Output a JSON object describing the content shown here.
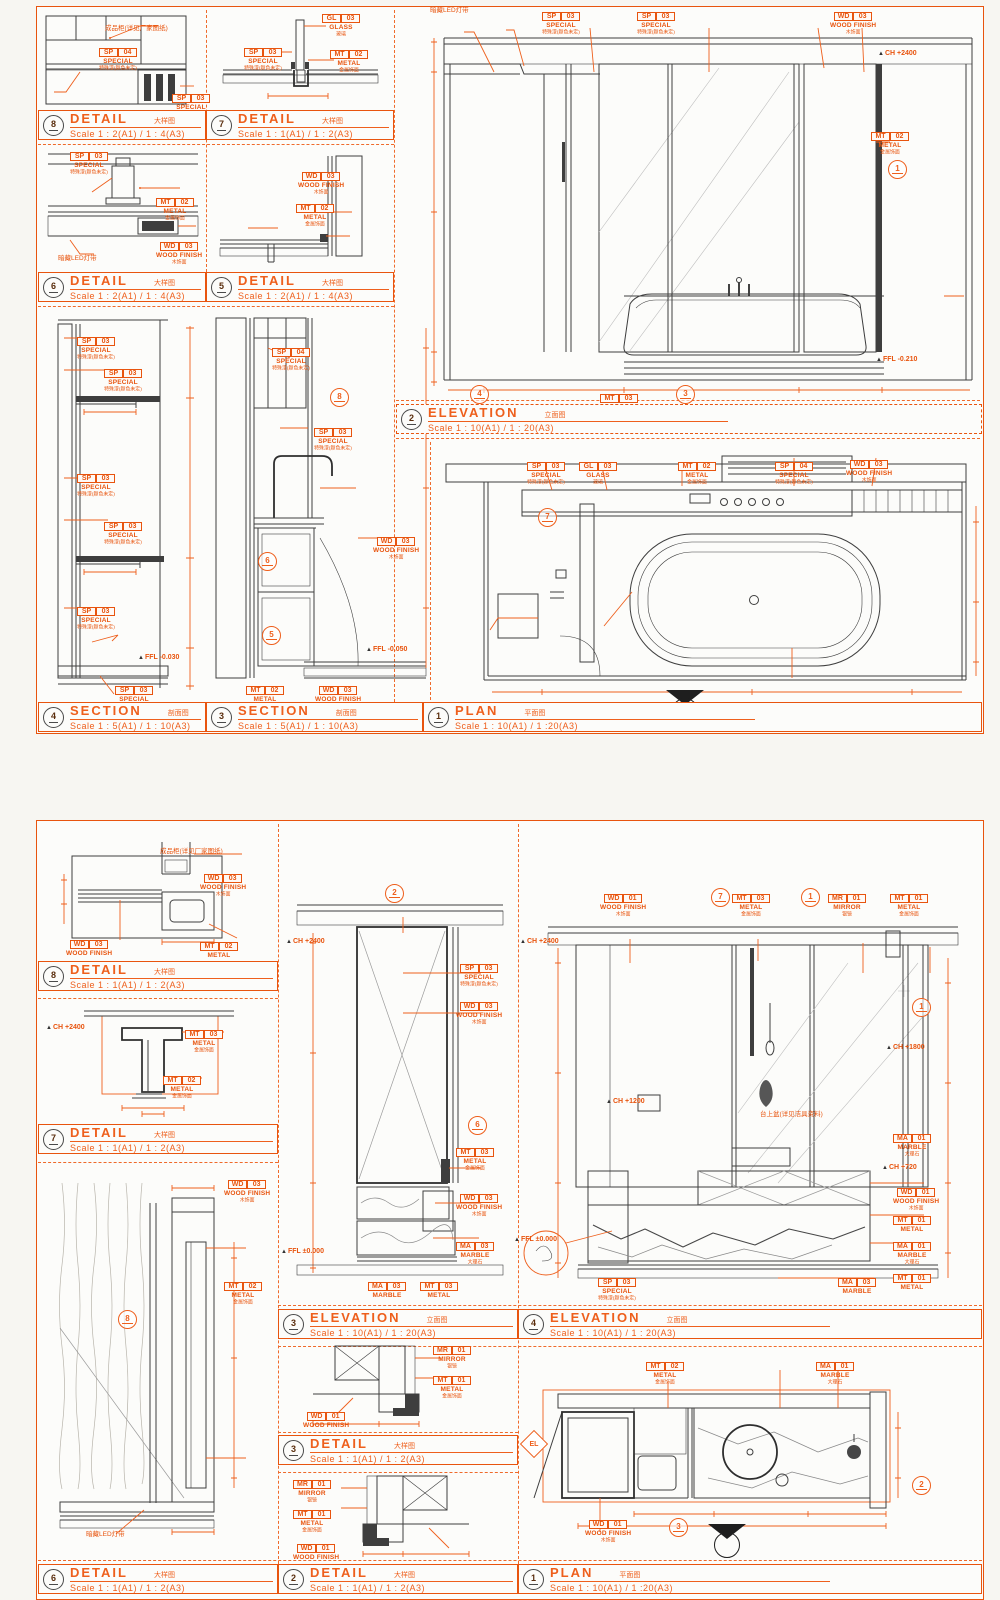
{
  "colors": {
    "accent": "#e8540e",
    "line": "#3e3e3e",
    "fill_light": "#d9d9d9",
    "fill_dark": "#4a4a4a",
    "paper": "#fcfcfa"
  },
  "materials": {
    "sp03": {
      "code": "SP",
      "num": "03",
      "name": "SPECIAL",
      "zh": "特殊漆(颜色未定)"
    },
    "sp04": {
      "code": "SP",
      "num": "04",
      "name": "SPECIAL",
      "zh": "特殊漆(颜色未定)"
    },
    "mt01": {
      "code": "MT",
      "num": "01",
      "name": "METAL",
      "zh": "金属饰面"
    },
    "mt02": {
      "code": "MT",
      "num": "02",
      "name": "METAL",
      "zh": "金属饰面"
    },
    "mt03": {
      "code": "MT",
      "num": "03",
      "name": "METAL",
      "zh": "金属饰面"
    },
    "wd01": {
      "code": "WD",
      "num": "01",
      "name": "WOOD FINISH",
      "zh": "木饰面"
    },
    "wd03": {
      "code": "WD",
      "num": "03",
      "name": "WOOD FINISH",
      "zh": "木饰面"
    },
    "gl03": {
      "code": "GL",
      "num": "03",
      "name": "GLASS",
      "zh": "玻璃"
    },
    "ma01": {
      "code": "MA",
      "num": "01",
      "name": "MARBLE",
      "zh": "大理石"
    },
    "ma03": {
      "code": "MA",
      "num": "03",
      "name": "MARBLE",
      "zh": "大理石"
    },
    "mr01": {
      "code": "MR",
      "num": "01",
      "name": "MIRROR",
      "zh": "银镜"
    }
  },
  "levels": {
    "ch2400": "CH +2400",
    "ch1800": "CH +1800",
    "ch1200": "CH +1200",
    "ch720": "CH +720",
    "ffl0": "FFL ±0.000",
    "fflm030": "FFL -0.030",
    "fflm050": "FFL -0.050",
    "fflm210": "FFL -0.210"
  },
  "callouts": {
    "c1": "1",
    "c2": "2",
    "c3": "3",
    "c4": "4",
    "c5": "5",
    "c6": "6",
    "c7": "7",
    "c8": "8"
  },
  "symbols": {
    "el": "EL"
  },
  "notes": {
    "cabinet": "成品柜(详见厂家图纸)",
    "led": "暗藏LED灯带",
    "basin": "台上盆(详见洁具资料)"
  },
  "drawings": {
    "ta": {
      "num": "8",
      "title": "DETAIL",
      "zh": "大样图",
      "scale": "Scale 1 : 2(A1) / 1 : 4(A3)"
    },
    "tb": {
      "num": "7",
      "title": "DETAIL",
      "zh": "大样图",
      "scale": "Scale 1 : 1(A1) / 1 : 2(A3)"
    },
    "tc": {
      "num": "6",
      "title": "DETAIL",
      "zh": "大样图",
      "scale": "Scale 1 : 2(A1) / 1 : 4(A3)"
    },
    "td": {
      "num": "5",
      "title": "DETAIL",
      "zh": "大样图",
      "scale": "Scale 1 : 2(A1) / 1 : 4(A3)"
    },
    "te": {
      "num": "4",
      "title": "SECTION",
      "zh": "剖面图",
      "scale": "Scale 1 : 5(A1) / 1 : 10(A3)"
    },
    "tf": {
      "num": "3",
      "title": "SECTION",
      "zh": "剖面图",
      "scale": "Scale 1 : 5(A1) / 1 : 10(A3)"
    },
    "tg": {
      "num": "2",
      "title": "ELEVATION",
      "zh": "立面图",
      "scale": "Scale 1 : 10(A1) / 1 : 20(A3)"
    },
    "th": {
      "num": "1",
      "title": "PLAN",
      "zh": "平面图",
      "scale": "Scale 1 : 10(A1) / 1 :20(A3)"
    },
    "ba": {
      "num": "8",
      "title": "DETAIL",
      "zh": "大样图",
      "scale": "Scale 1 : 1(A1) / 1 : 2(A3)"
    },
    "bb": {
      "num": "7",
      "title": "DETAIL",
      "zh": "大样图",
      "scale": "Scale 1 : 1(A1) / 1 : 2(A3)"
    },
    "bk": {
      "num": "6",
      "title": "DETAIL",
      "zh": "大样图",
      "scale": "Scale 1 : 1(A1) / 1 : 2(A3)"
    },
    "bl": {
      "num": "3",
      "title": "ELEVATION",
      "zh": "立面图",
      "scale": "Scale 1 : 10(A1) / 1 : 20(A3)"
    },
    "bm": {
      "num": "3",
      "title": "DETAIL",
      "zh": "大样图",
      "scale": "Scale 1 : 1(A1) / 1 : 2(A3)"
    },
    "bn": {
      "num": "2",
      "title": "DETAIL",
      "zh": "大样图",
      "scale": "Scale 1 : 1(A1) / 1 : 2(A3)"
    },
    "bo": {
      "num": "4",
      "title": "ELEVATION",
      "zh": "立面图",
      "scale": "Scale 1 : 10(A1) / 1 : 20(A3)"
    },
    "bp": {
      "num": "1",
      "title": "PLAN",
      "zh": "平面图",
      "scale": "Scale 1 : 10(A1) / 1 :20(A3)"
    }
  }
}
